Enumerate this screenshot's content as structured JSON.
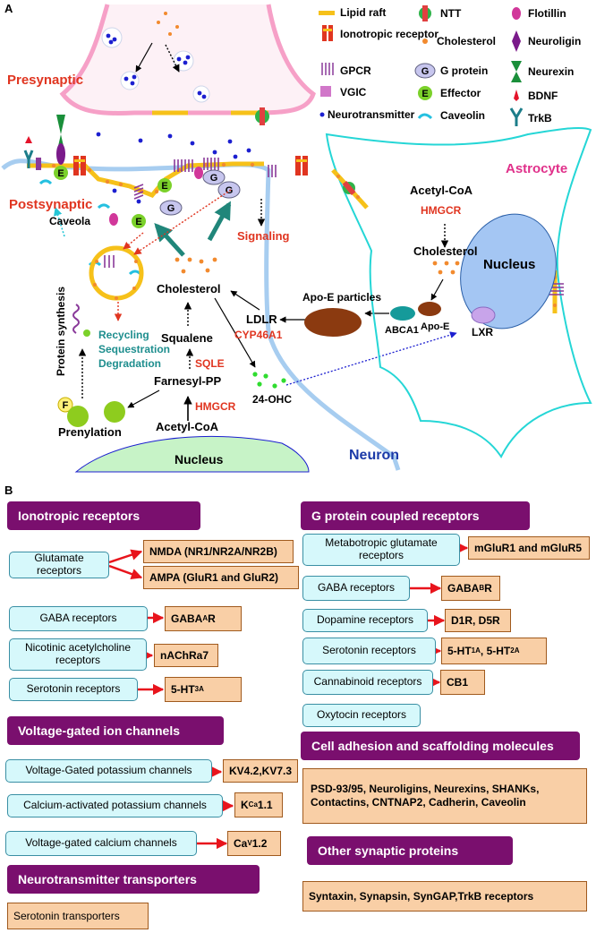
{
  "panel_a": {
    "letter": "A",
    "legend": [
      {
        "label": "Lipid raft"
      },
      {
        "label": "Ionotropic receptor"
      },
      {
        "label": "GPCR"
      },
      {
        "label": "VGIC"
      },
      {
        "label": "Neurotransmitter"
      },
      {
        "label": "NTT"
      },
      {
        "label": "Cholesterol"
      },
      {
        "label": "G protein"
      },
      {
        "label": "Effector"
      },
      {
        "label": "Caveolin"
      },
      {
        "label": "Flotillin"
      },
      {
        "label": "Neuroligin"
      },
      {
        "label": "Neurexin"
      },
      {
        "label": "BDNF"
      },
      {
        "label": "TrkB"
      }
    ],
    "glyphs": {
      "g_protein": "G",
      "effector": "E",
      "prenyl": "F"
    },
    "labels": {
      "presynaptic": "Presynaptic",
      "postsynaptic": "Postsynaptic",
      "astrocyte": "Astrocyte",
      "neuron": "Neuron",
      "caveola": "Caveola",
      "signaling": "Signaling",
      "cholesterol_neuron": "Cholesterol",
      "cholesterol_astro": "Cholesterol",
      "acetyl_coa_astro": "Acetyl-CoA",
      "hmgcr_astro": "HMGCR",
      "nucleus_astro": "Nucleus",
      "apo_e_particles": "Apo-E particles",
      "abca1": "ABCA1",
      "apo_e": "Apo-E",
      "lxr": "LXR",
      "ldlr": "LDLR",
      "cyp46a1": "CYP46A1",
      "protein_synthesis": "Protein synthesis",
      "recycling": "Recycling",
      "sequestration": "Sequestration",
      "degradation": "Degradation",
      "squalene": "Squalene",
      "sqle": "SQLE",
      "farnesyl_pp": "Farnesyl-PP",
      "ohc": "24-OHC",
      "hmgcr_neuron": "HMGCR",
      "acetyl_coa_neuron": "Acetyl-CoA",
      "prenylation": "Prenylation",
      "nucleus_neuron": "Nucleus"
    }
  },
  "panel_b": {
    "letter": "B",
    "ionotropic": {
      "title": "Ionotropic receptors",
      "glutamate": "Glutamate receptors",
      "nmda": "NMDA (NR1/NR2A/NR2B)",
      "ampa": "AMPA (GluR1 and GluR2)",
      "gaba": "GABA receptors",
      "gaba_sub": {
        "pre": "GABA",
        "sub": "A",
        "post": "R"
      },
      "nicotinic": "Nicotinic acetylcholine receptors",
      "nachr": "nAChRa7",
      "serotonin": "Serotonin  receptors",
      "ht3a": {
        "pre": "5-HT",
        "sub": "3A",
        "post": ""
      }
    },
    "vgic": {
      "title": "Voltage-gated ion channels",
      "potassium": "Voltage-Gated potassium channels",
      "kv": "KV4.2,KV7.3",
      "calcium_k": "Calcium-activated potassium channels",
      "kca": {
        "pre": "K",
        "sub": "Ca",
        "post": "1.1"
      },
      "calcium": "Voltage-gated calcium channels",
      "cav": {
        "pre": "Ca",
        "sub": "V",
        "post": "1.2"
      }
    },
    "ntt": {
      "title": "Neurotransmitter transporters",
      "serotonin_t": "Serotonin transporters"
    },
    "gpcr": {
      "title": "G protein coupled receptors",
      "mglu": "Metabotropic glutamate receptors",
      "mglu_sub": "mGluR1 and mGluR5",
      "gaba": "GABA receptors",
      "gaba_sub": {
        "pre": "GABA",
        "sub": "B",
        "post": "R"
      },
      "dopamine": "Dopamine receptors",
      "dopamine_sub": "D1R, D5R",
      "serotonin": "Serotonin  receptors",
      "ht": {
        "a": "5-HT",
        "a_sub": "1A",
        "b": ", 5-HT",
        "b_sub": "2A"
      },
      "cannabinoid": "Cannabinoid receptors",
      "cb1": "CB1",
      "oxytocin": "Oxytocin receptors"
    },
    "adhesion": {
      "title": "Cell adhesion and scaffolding molecules",
      "list": "PSD-93/95, Neuroligins, Neurexins, SHANKs, Contactins, CNTNAP2, Cadherin, Caveolin"
    },
    "other": {
      "title": "Other synaptic proteins",
      "list": "Syntaxin, Synapsin, SynGAP,TrkB receptors"
    }
  },
  "colors": {
    "raft": "#f6c11a",
    "cholesterol": "#f28a2e",
    "neurotransmitter": "#1c1fd0",
    "presynaptic_membrane": "#f6a0c7",
    "neuron_membrane": "#a7cdf0",
    "astrocyte_membrane": "#25d6d6",
    "red_label": "#e03520",
    "header_purple": "#7a0f6e",
    "category_fill": "#d6f8fb",
    "subtype_fill": "#f9cfa6",
    "arrow_red": "#e8141c",
    "teal_arrow": "#20867a"
  }
}
